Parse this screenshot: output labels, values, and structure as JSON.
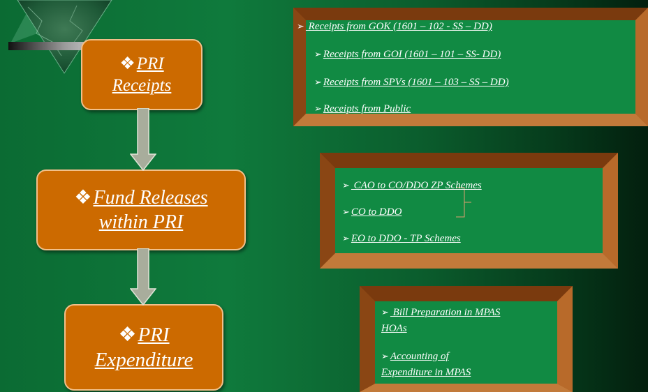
{
  "colors": {
    "box_fill": "#cc6a00",
    "panel_face": "#118a43",
    "panel_frame": "#a0521a",
    "arrow_fill": "#a8ad9c"
  },
  "flow": {
    "receipts": {
      "line1": "PRI",
      "line2": "Receipts"
    },
    "releases": {
      "line1": "Fund Releases",
      "line2": "within PRI"
    },
    "expenditure": {
      "line1": "PRI",
      "line2": "Expenditure"
    }
  },
  "panels": {
    "receipts": {
      "items": [
        " Receipts from GOK (1601 – 102  - SS – DD)",
        "Receipts from GOI (1601 – 101 – SS- DD)",
        "Receipts from SPVs (1601 – 103 – SS – DD)",
        "Receipts from Public"
      ]
    },
    "releases": {
      "items": [
        " CAO to CO/DDO  ZP Schemes",
        "CO to DDO",
        "EO to DDO  -  TP Schemes"
      ]
    },
    "expenditure": {
      "items": [
        {
          "line1": " Bill Preparation in MPAS",
          "line2": "HOAs"
        },
        {
          "line1": "Accounting of",
          "line2": "Expenditure in MPAS"
        }
      ]
    }
  }
}
